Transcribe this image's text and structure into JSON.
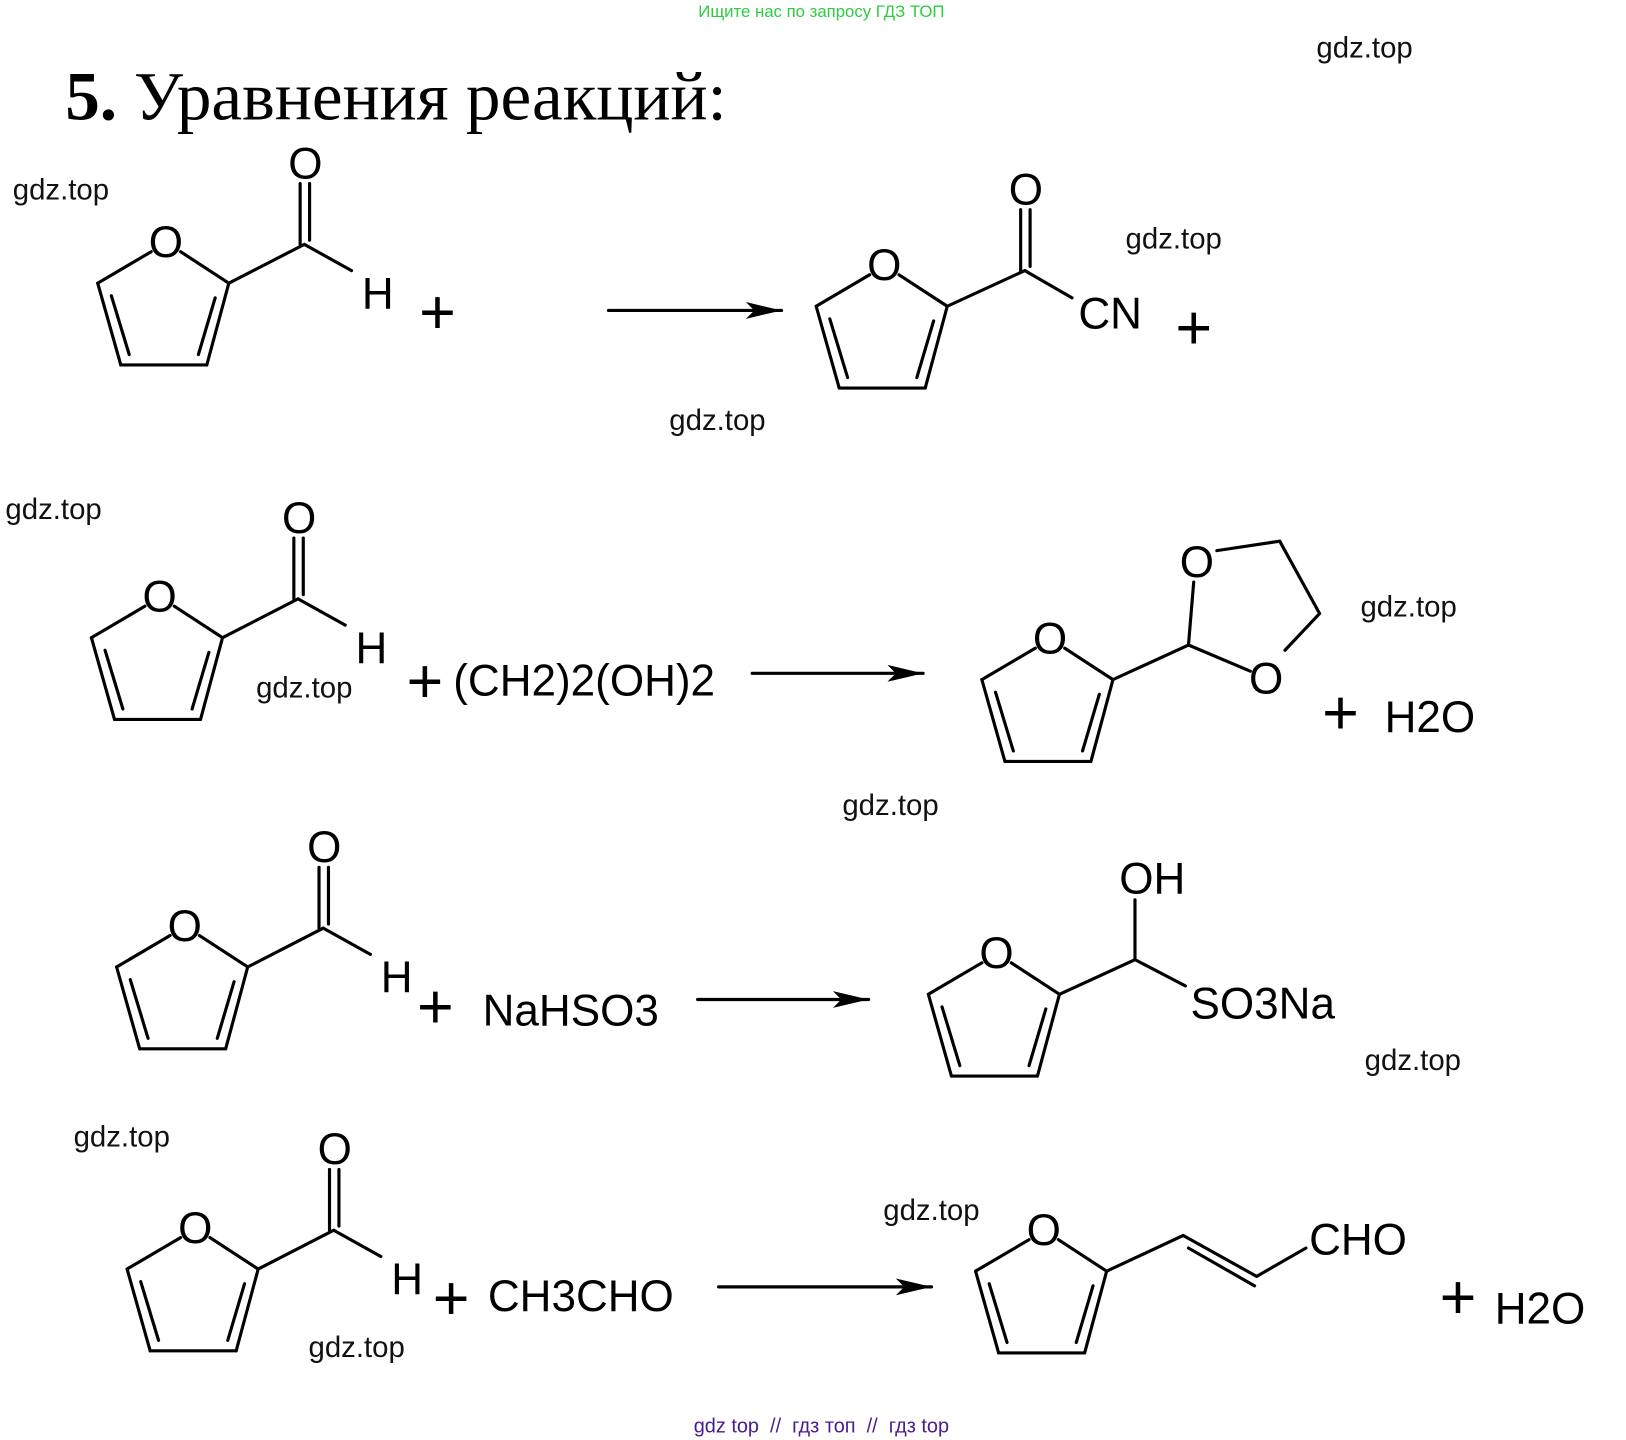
{
  "top_note": "Ищите нас по запросу ГДЗ ТОП",
  "title": {
    "number": "5.",
    "text": "Уравнения реакций:"
  },
  "bottom_note": "gdz top  //  гдз топ  //  гдз top",
  "watermarks": [
    "gdz.top",
    "gdz.top",
    "gdz.top",
    "gdz.top",
    "gdz.top",
    "gdz.top",
    "gdz.top",
    "gdz.top",
    "gdz.top",
    "gdz.top",
    "gdz.top",
    "gdz.top",
    "gdz.top",
    "gdz.top"
  ],
  "atoms": {
    "O": "O",
    "H": "H"
  },
  "reactions": [
    {
      "reagent": "",
      "product_groups": [
        "CN"
      ],
      "plus": "+",
      "byproduct": ""
    },
    {
      "reagent": "(CH2)2(OH)2",
      "product_groups": [],
      "plus": "+",
      "byproduct": "H2O"
    },
    {
      "reagent": "NaHSO3",
      "product_groups": [
        "OH",
        "SO3Na"
      ],
      "plus": "+",
      "byproduct": ""
    },
    {
      "reagent": "CH3CHO",
      "product_groups": [
        "CHO"
      ],
      "plus": "+",
      "byproduct": "H2O"
    }
  ]
}
